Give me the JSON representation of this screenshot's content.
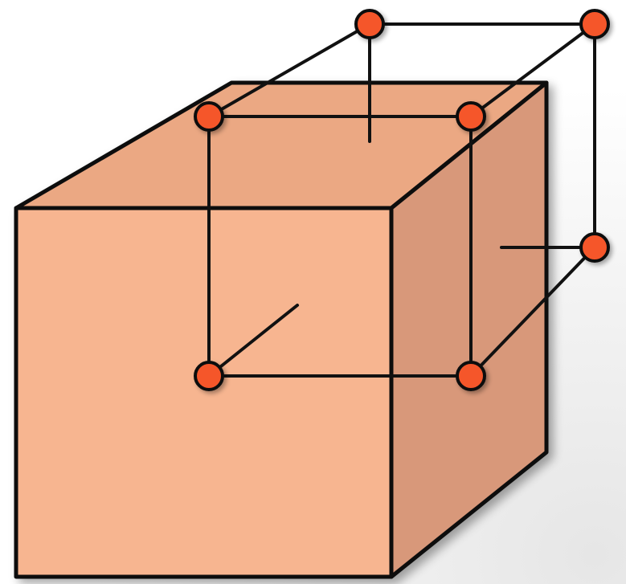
{
  "diagram": {
    "type": "dual-graph-illustration",
    "cube_faces": [
      "front",
      "top",
      "side"
    ],
    "face_colors": {
      "front": "#f7b590",
      "top": "#eba883",
      "side": "#d8987a",
      "outline": "#111111"
    },
    "node_color": "#f5562a",
    "node_outline": "#111111",
    "edge_color": "#111111",
    "background_accent": "#e9e9e9",
    "node_count": 7,
    "nodes": [
      "front-top-left",
      "front-top-right",
      "front-bottom-left",
      "front-bottom-right",
      "back-top-left",
      "back-top-right",
      "back-middle-right"
    ]
  }
}
